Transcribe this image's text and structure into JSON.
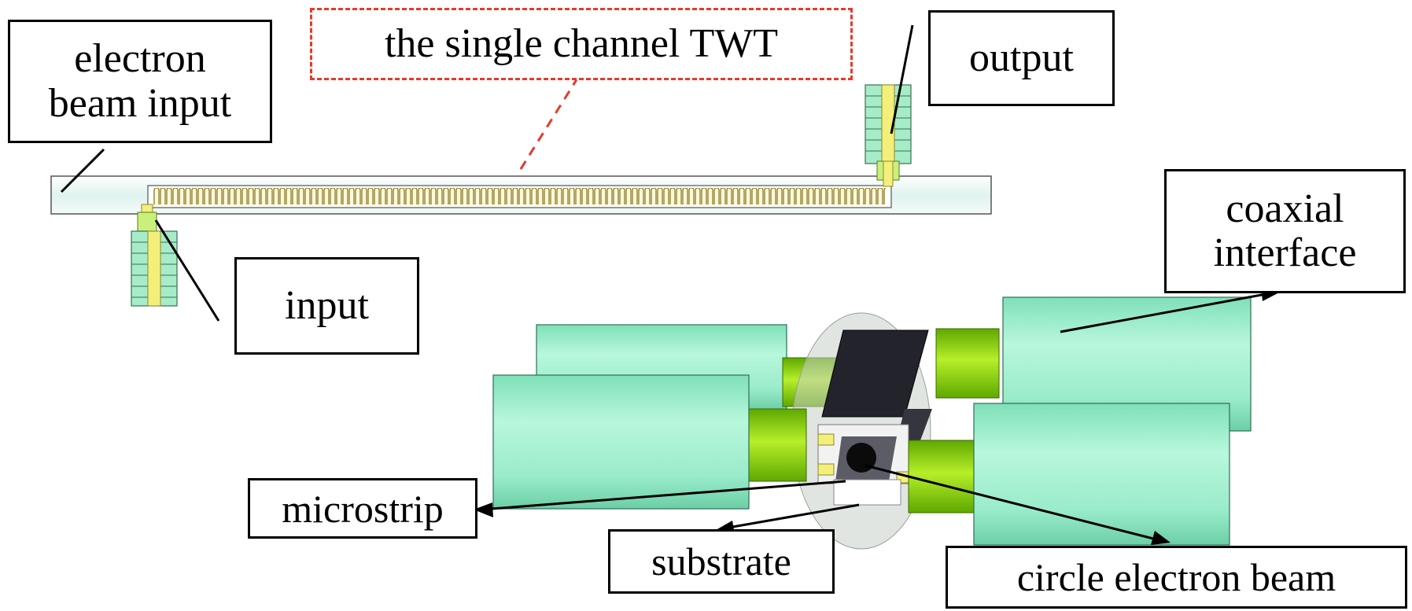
{
  "labels": {
    "electron_beam_input": {
      "line1": "electron",
      "line2": "beam input"
    },
    "twt_title": "the single channel TWT",
    "output": "output",
    "input": "input",
    "coaxial_interface": {
      "line1": "coaxial",
      "line2": "interface"
    },
    "microstrip": "microstrip",
    "substrate": "substrate",
    "circle_electron_beam": "circle electron beam"
  },
  "colors": {
    "cylinder": "#9ff0cc",
    "pin_green": "#8fd400",
    "pin_yellow": "#f4ef7a",
    "dark_block": "#23232c",
    "tube": "#eaf8f4",
    "dashed_callout": "#e8392b"
  }
}
